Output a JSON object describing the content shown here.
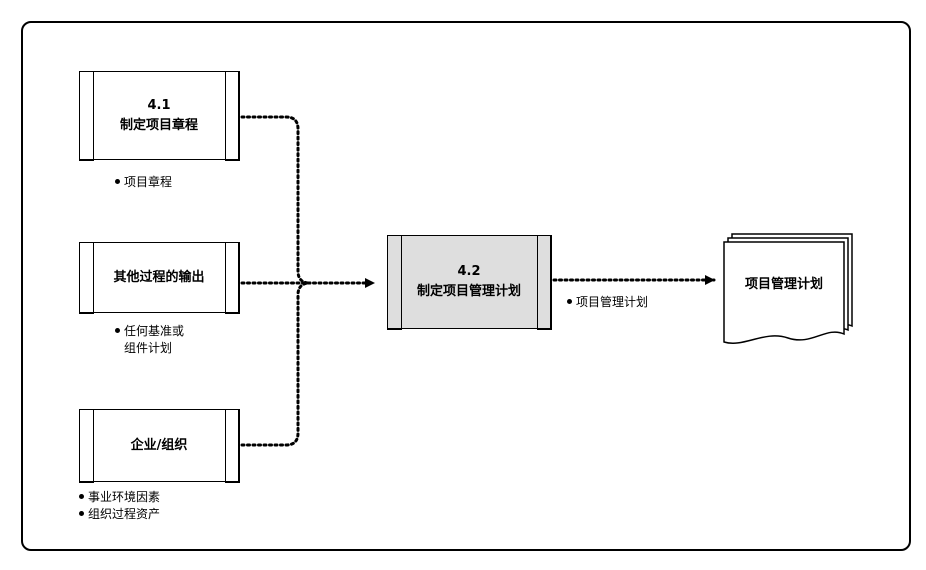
{
  "inputs": [
    {
      "number": "4.1",
      "title": "制定项目章程",
      "outputs": [
        "项目章程"
      ]
    },
    {
      "number": "",
      "title": "其他过程的输出",
      "outputs": [
        "任何基准或",
        "组件计划"
      ]
    },
    {
      "number": "",
      "title": "企业/组织",
      "outputs": [
        "事业环境因素",
        "组织过程资产"
      ]
    }
  ],
  "center_process": {
    "number": "4.2",
    "title": "制定项目管理计划"
  },
  "output_flow": {
    "label": "项目管理计划"
  },
  "output_document": {
    "title": "项目管理计划"
  },
  "colors": {
    "center_fill": "#dedede",
    "line": "#000000"
  }
}
